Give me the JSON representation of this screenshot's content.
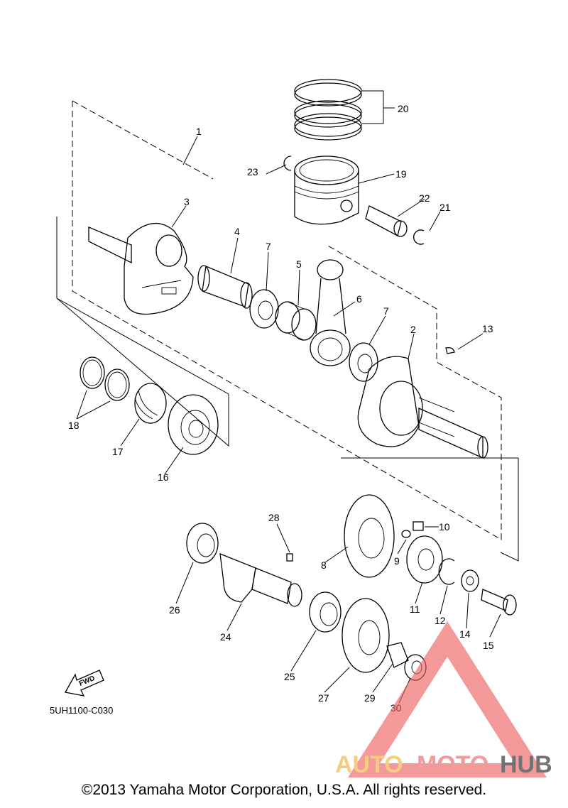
{
  "diagram": {
    "part_labels": [
      "1",
      "2",
      "3",
      "4",
      "5",
      "6",
      "7",
      "7",
      "8",
      "9",
      "10",
      "11",
      "12",
      "13",
      "14",
      "15",
      "16",
      "17",
      "18",
      "19",
      "20",
      "21",
      "22",
      "23",
      "24",
      "25",
      "26",
      "27",
      "28",
      "29",
      "30"
    ],
    "fwd_label": "FWD",
    "drawing_code": "5UH1100-C030"
  },
  "watermark": {
    "part1": "AUTO",
    "part2": "MOTO",
    "part3": "HUB",
    "colors": {
      "auto": "#f5c46b",
      "moto": "#f08a8a",
      "hub": "#5a5a5a",
      "triangle": "#ee6060"
    }
  },
  "footer": {
    "copyright": "©2013 Yamaha Motor Corporation, U.S.A. All rights reserved."
  }
}
